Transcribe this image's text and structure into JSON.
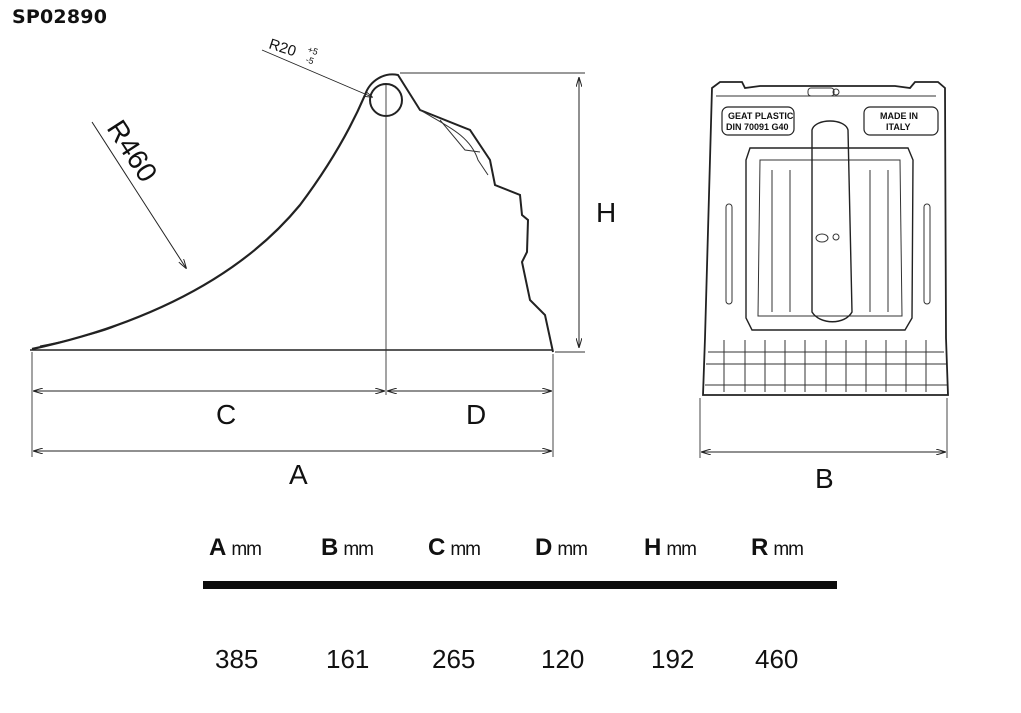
{
  "code": "SP02890",
  "side_view": {
    "radius_big": "R460",
    "radius_small": "R20",
    "tol_plus": "+5",
    "tol_minus": "-5",
    "dim_c": "C",
    "dim_d": "D",
    "dim_a": "A",
    "dim_h": "H"
  },
  "front_view": {
    "brand_line1": "GEAT PLASTIC",
    "brand_line2": "DIN 70091 G40",
    "made_line1": "MADE IN",
    "made_line2": "ITALY",
    "dim_b": "B"
  },
  "table": {
    "rule_color": "#0c0c0c",
    "columns": [
      {
        "letter": "A",
        "unit": "mm",
        "value": "385"
      },
      {
        "letter": "B",
        "unit": "mm",
        "value": "161"
      },
      {
        "letter": "C",
        "unit": "mm",
        "value": "265"
      },
      {
        "letter": "D",
        "unit": "mm",
        "value": "120"
      },
      {
        "letter": "H",
        "unit": "mm",
        "value": "192"
      },
      {
        "letter": "R",
        "unit": "mm",
        "value": "460"
      }
    ]
  }
}
